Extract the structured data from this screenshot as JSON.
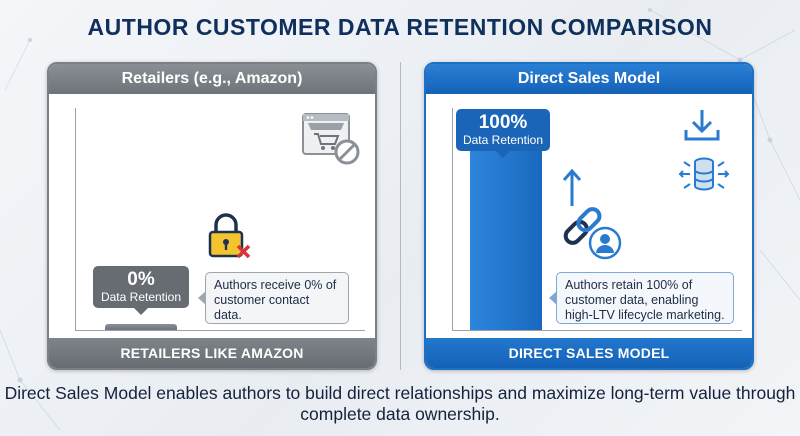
{
  "title": "AUTHOR CUSTOMER DATA RETENTION COMPARISON",
  "chart_data": {
    "type": "bar",
    "categories": [
      "Retailers (e.g., Amazon)",
      "Direct Sales Model"
    ],
    "values": [
      0,
      100
    ],
    "ylabel": "Data Retention",
    "ylim": [
      0,
      100
    ],
    "grid": false,
    "legend": "none"
  },
  "panels": {
    "left": {
      "header": "Retailers (e.g., Amazon)",
      "footer": "RETAILERS LIKE AMAZON",
      "value_label": "0%",
      "value_sublabel": "Data Retention",
      "callout": "Authors receive 0% of customer contact data.",
      "icons": [
        "store-blocked-icon",
        "lock-denied-icon"
      ]
    },
    "right": {
      "header": "Direct Sales Model",
      "footer": "DIRECT SALES MODEL",
      "value_label": "100%",
      "value_sublabel": "Data Retention",
      "callout": "Authors retain 100% of customer data, enabling high-LTV lifecycle marketing.",
      "icons": [
        "download-icon",
        "database-icon",
        "link-growth-icon",
        "user-icon"
      ]
    }
  },
  "colors": {
    "title": "#0f2f5c",
    "retailer": "#6e737a",
    "direct": "#1a68bf",
    "deny": "#d9343a"
  },
  "bottom_text": "Direct Sales Model enables authors to build direct relationships and maximize long-term value through complete data ownership."
}
